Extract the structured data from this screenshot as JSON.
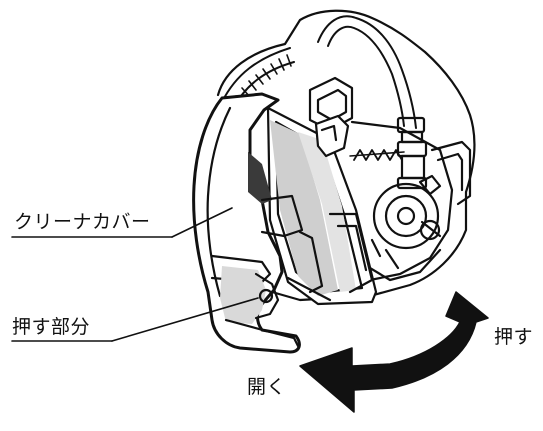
{
  "labels": {
    "cleaner_cover": "クリーナカバー",
    "push_area": "押す部分",
    "push": "押す",
    "open": "開く"
  },
  "colors": {
    "line": "#111111",
    "background": "#ffffff",
    "shade_light": "#cfcfcf",
    "shade_dark": "#3a3a3a",
    "arrow": "#111111"
  },
  "icons": {
    "open_arrow": "curved-arrow-icon"
  }
}
